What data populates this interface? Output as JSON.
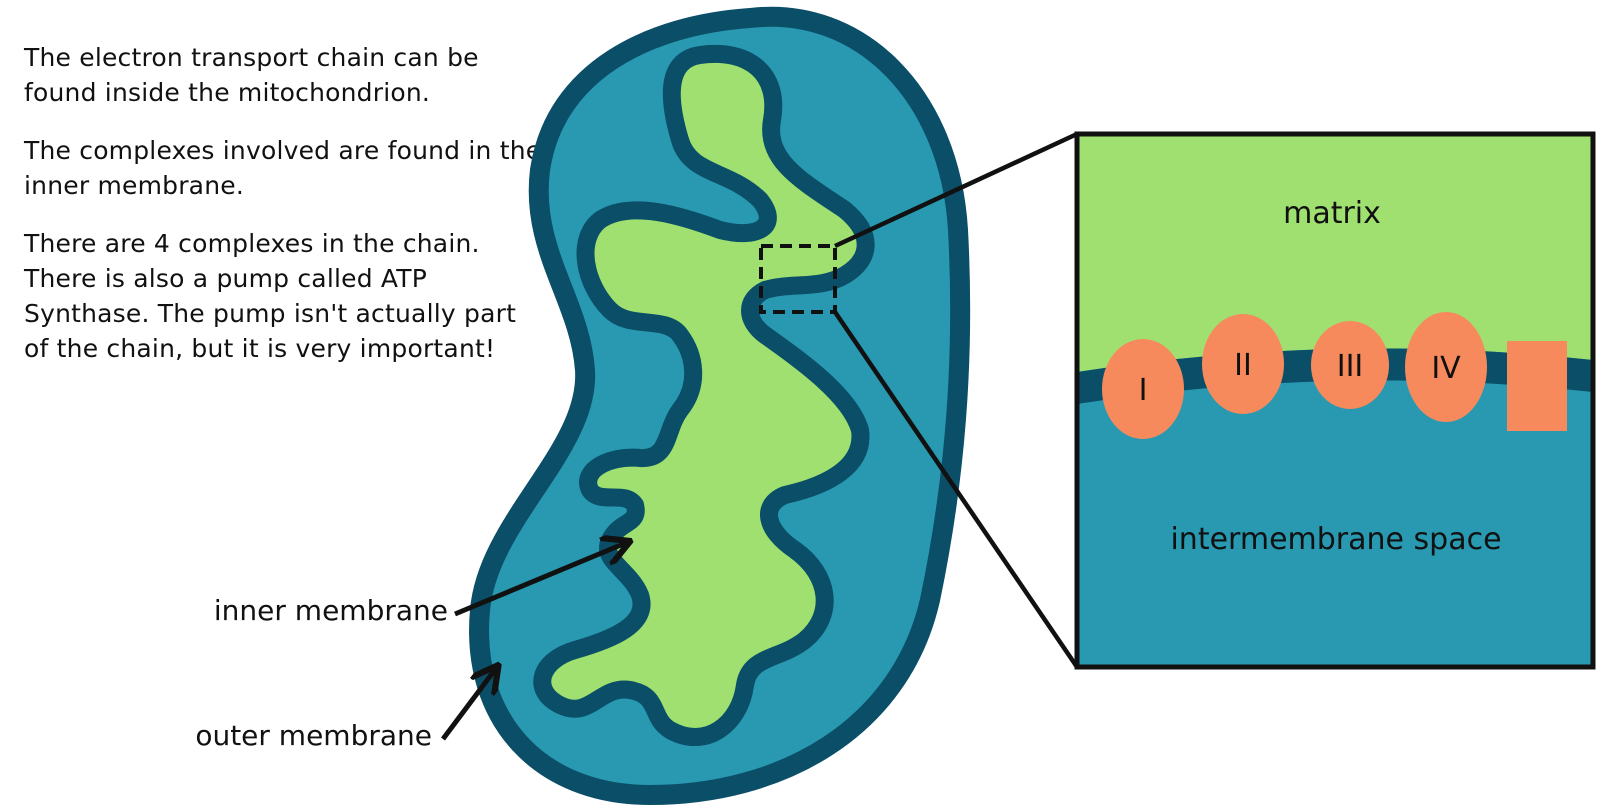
{
  "intro": {
    "paragraph_1": "The electron transport chain can be found inside the mitochondrion.",
    "paragraph_2": "The complexes involved are found in the inner membrane.",
    "paragraph_3": "There are 4 complexes in the chain. There is also a pump called ATP Synthase. The pump isn't actually part of the chain, but it is very important!"
  },
  "labels": {
    "inner_membrane": "inner membrane",
    "outer_membrane": "outer membrane",
    "matrix": "matrix",
    "intermembrane_space": "intermembrane space"
  },
  "complexes": [
    "I",
    "II",
    "III",
    "IV"
  ],
  "colors": {
    "outer_dark": "#0b4e68",
    "intermembrane_teal": "#2899b1",
    "matrix_green": "#9fe070",
    "complex_orange": "#f78a5c",
    "line_black": "#111111"
  }
}
